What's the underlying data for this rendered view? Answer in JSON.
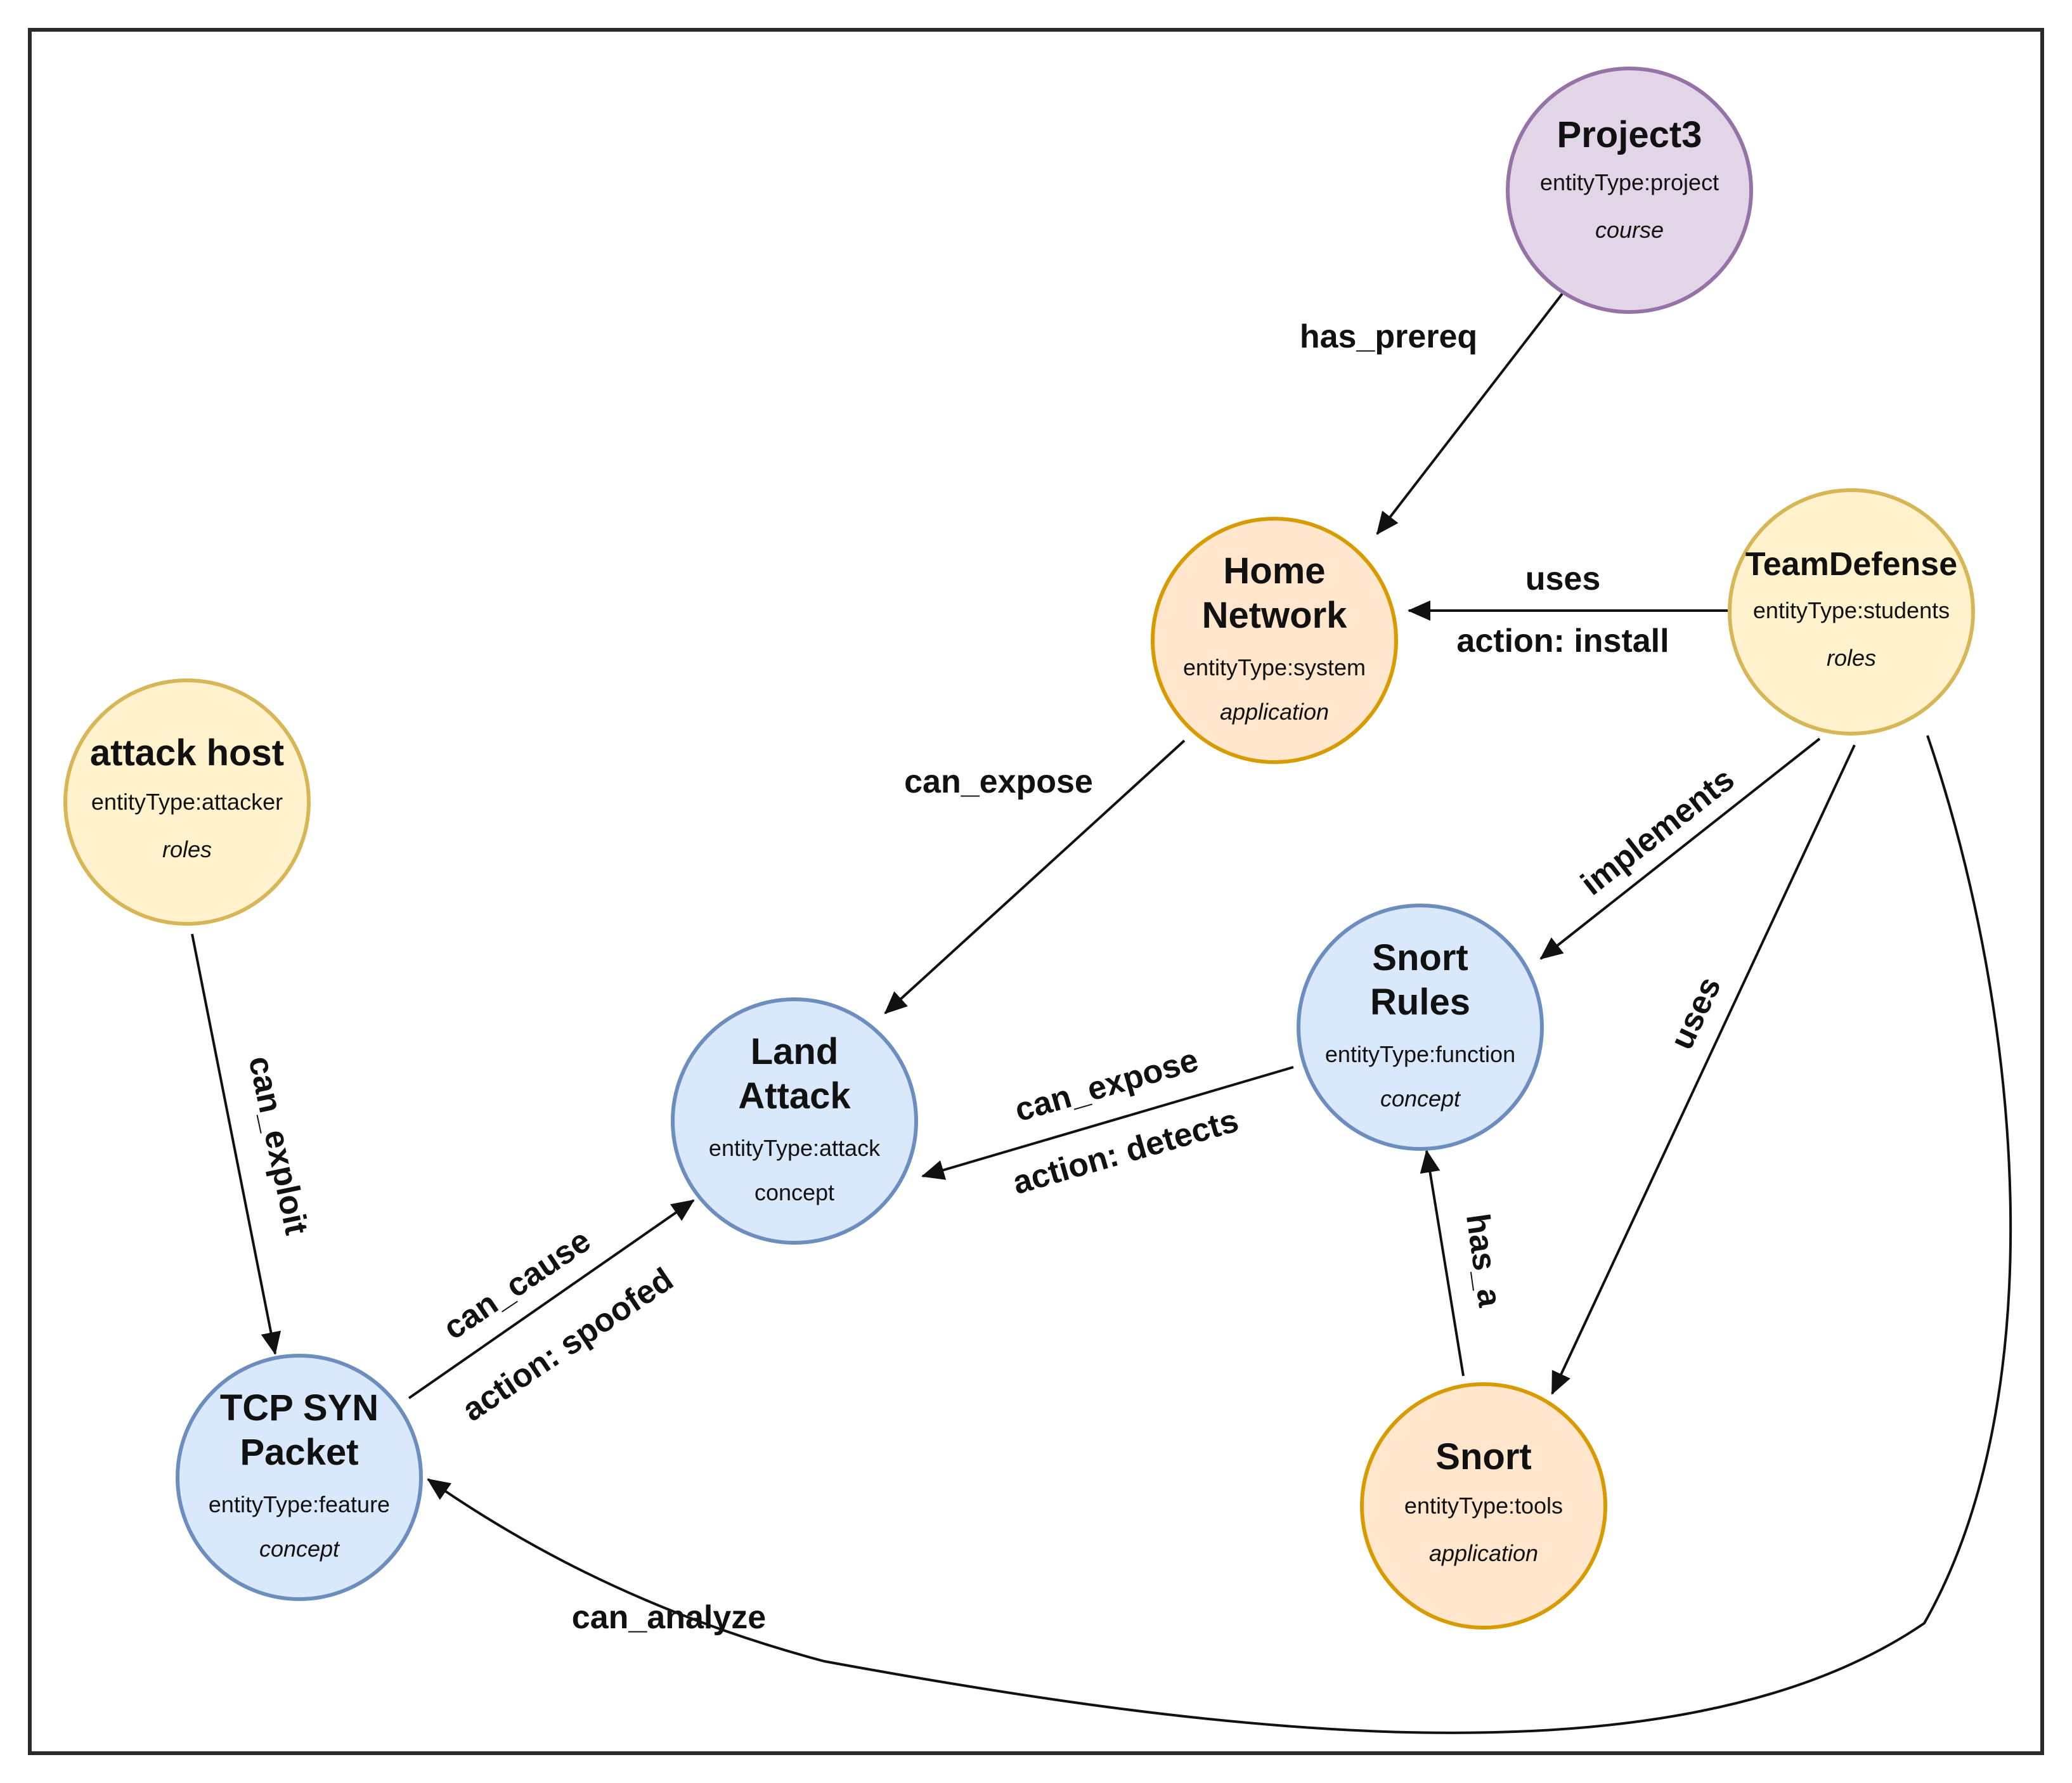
{
  "colors": {
    "purple_fill": "#e1d5e7",
    "purple_stroke": "#9673a6",
    "yellow_fill": "#fff2cc",
    "yellow_stroke": "#d6b656",
    "orange_fill": "#ffe6cc",
    "orange_stroke": "#d79b00",
    "blue_fill": "#dae8fc",
    "blue_stroke": "#6c8ebf"
  },
  "nodes": {
    "project3": {
      "title": "Project3",
      "type": "entityType:project",
      "category": "course"
    },
    "home_network": {
      "title1": "Home",
      "title2": "Network",
      "type": "entityType:system",
      "category": "application"
    },
    "team_defense": {
      "title": "TeamDefense",
      "type": "entityType:students",
      "category": "roles"
    },
    "attack_host": {
      "title": "attack host",
      "type": "entityType:attacker",
      "category": "roles"
    },
    "land_attack": {
      "title1": "Land",
      "title2": "Attack",
      "type": "entityType:attack",
      "category": "concept"
    },
    "snort_rules": {
      "title1": "Snort",
      "title2": "Rules",
      "type": "entityType:function",
      "category": "concept"
    },
    "tcp_syn": {
      "title1": "TCP SYN",
      "title2": "Packet",
      "type": "entityType:feature",
      "category": "concept"
    },
    "snort": {
      "title": "Snort",
      "type": "entityType:tools",
      "category": "application"
    }
  },
  "edges": {
    "has_prereq": "has_prereq",
    "uses_home": "uses",
    "action_install": "action: install",
    "can_expose_home": "can_expose",
    "implements": "implements",
    "uses_snort": "uses",
    "can_exploit": "can_exploit",
    "can_expose_rules": "can_expose",
    "action_detects": "action: detects",
    "has_a": "has_a",
    "can_cause": "can_cause",
    "action_spoofed": "action: spoofed",
    "can_analyze": "can_analyze"
  }
}
